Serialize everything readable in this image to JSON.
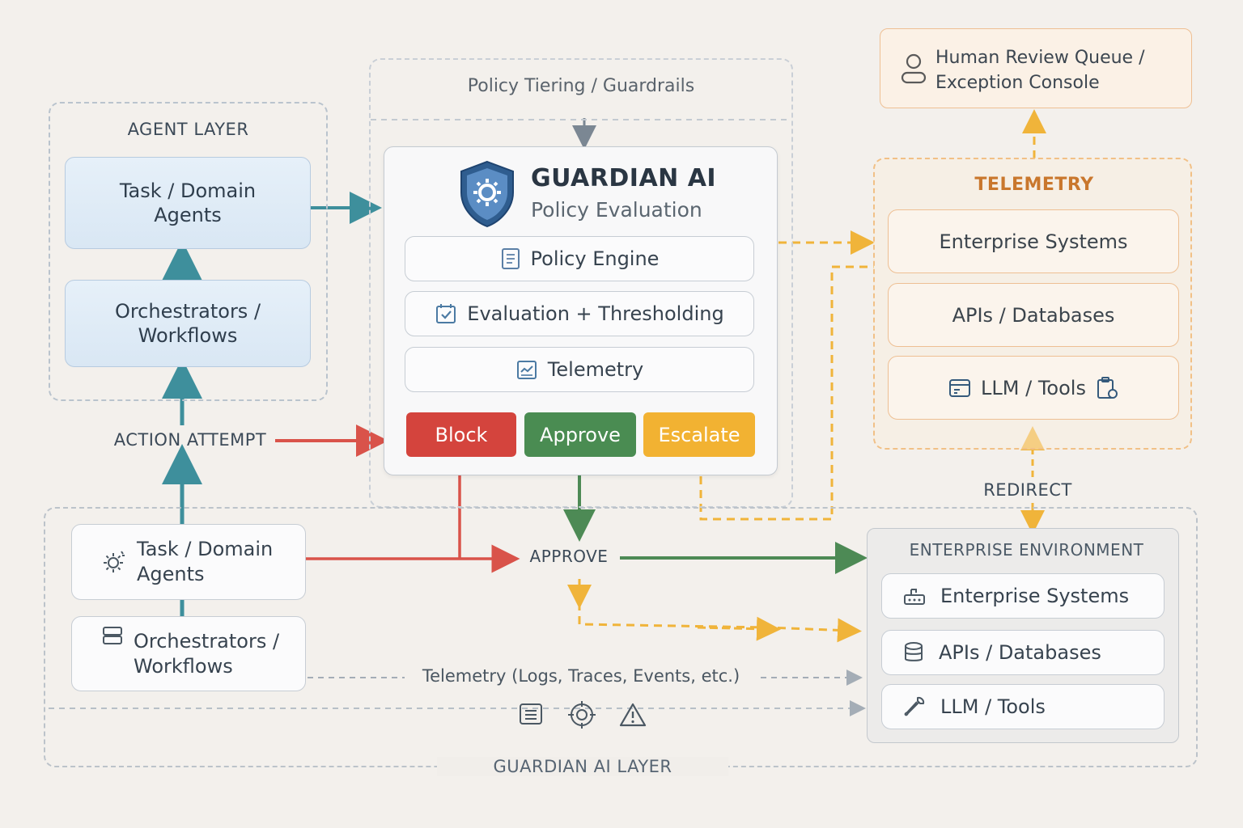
{
  "agent_layer": {
    "title": "AGENT LAYER",
    "box1": [
      "Task / Domain",
      "Agents"
    ],
    "box2": [
      "Orchestrators /",
      "Workflows"
    ]
  },
  "policy_tiering": "Policy Tiering / Guardrails",
  "guardian": {
    "title": "GUARDIAN AI",
    "subtitle": "Policy Evaluation",
    "rows": [
      "Policy Engine",
      "Evaluation + Thresholding",
      "Telemetry"
    ],
    "buttons": {
      "block": "Block",
      "approve": "Approve",
      "escalate": "Escalate"
    }
  },
  "human_review": [
    "Human Review Queue /",
    "Exception Console"
  ],
  "telemetry_panel": {
    "title": "TELEMETRY",
    "items": [
      "Enterprise Systems",
      "APIs / Databases",
      "LLM / Tools"
    ]
  },
  "labels": {
    "action_attempt": "ACTION ATTEMPT",
    "approve": "APPROVE",
    "redirect": "REDIRECT",
    "telemetry_flow": "Telemetry (Logs, Traces, Events, etc.)",
    "guardian_layer": "GUARDIAN AI LAYER"
  },
  "bottom_agents": {
    "box1": [
      "Task / Domain",
      "Agents"
    ],
    "box2": [
      "Orchestrators /",
      "Workflows"
    ]
  },
  "enterprise_env": {
    "title": "ENTERPRISE ENVIRONMENT",
    "items": [
      "Enterprise Systems",
      "APIs / Databases",
      "LLM / Tools"
    ]
  },
  "colors": {
    "teal": "#3e8f9c",
    "red": "#d9534a",
    "green": "#4d8a55",
    "amber": "#f0b43a",
    "block": "#d4443d",
    "approve": "#4a8c52",
    "escalate": "#f2b232"
  },
  "icons": [
    "shield-gear-icon",
    "document-icon",
    "checklist-icon",
    "chart-icon",
    "person-icon",
    "browser-icon",
    "clipboard-icon",
    "gear-icon",
    "server-icon",
    "router-icon",
    "database-icon",
    "wrench-icon",
    "list-icon",
    "target-icon",
    "warning-icon"
  ]
}
